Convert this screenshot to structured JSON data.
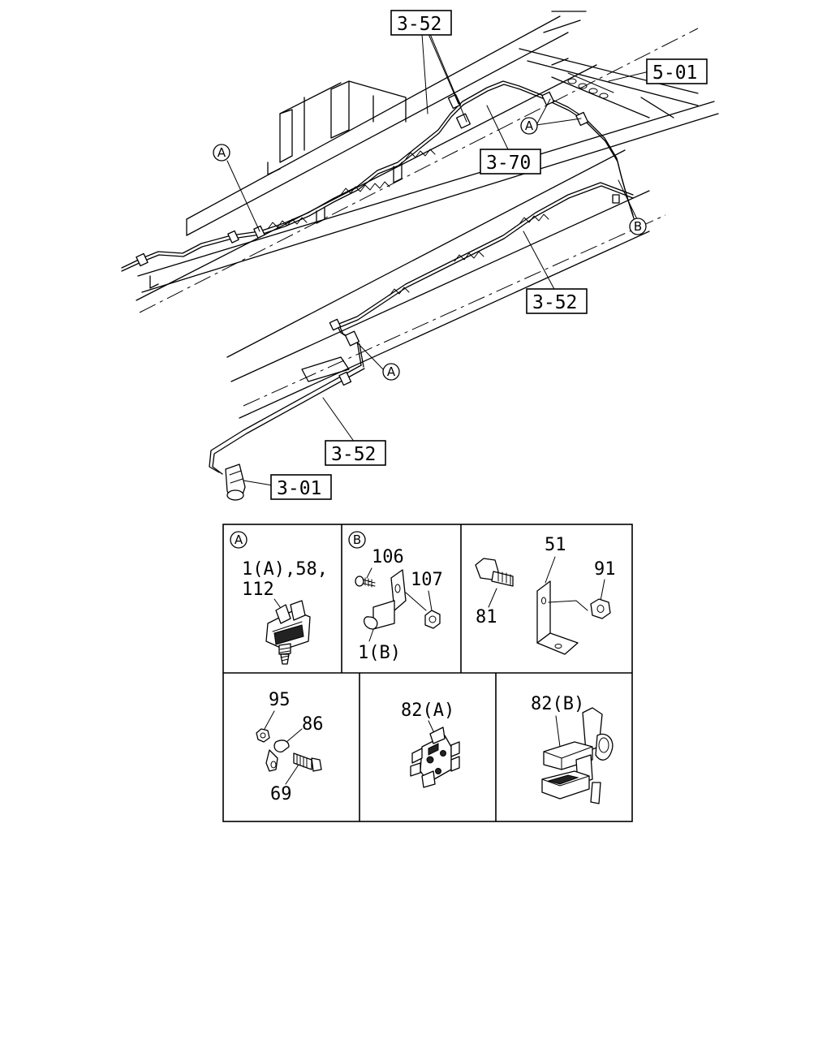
{
  "references": {
    "r352_top": "3-52",
    "r501": "5-01",
    "r370": "3-70",
    "r352_mid": "3-52",
    "r352_low": "3-52",
    "r301": "3-01"
  },
  "callouts": {
    "a": "A",
    "b": "B"
  },
  "detail_panels": {
    "panel_a": {
      "marker": "A",
      "line1": "1(A),58,",
      "line2": "112"
    },
    "panel_b": {
      "marker": "B",
      "p106": "106",
      "p107": "107",
      "p1b": "1(B)"
    },
    "panel_c": {
      "p51": "51",
      "p91": "91",
      "p81": "81"
    },
    "panel_d": {
      "p95": "95",
      "p86": "86",
      "p69": "69"
    },
    "panel_e": {
      "p82a": "82(A)"
    },
    "panel_f": {
      "p82b": "82(B)"
    }
  }
}
